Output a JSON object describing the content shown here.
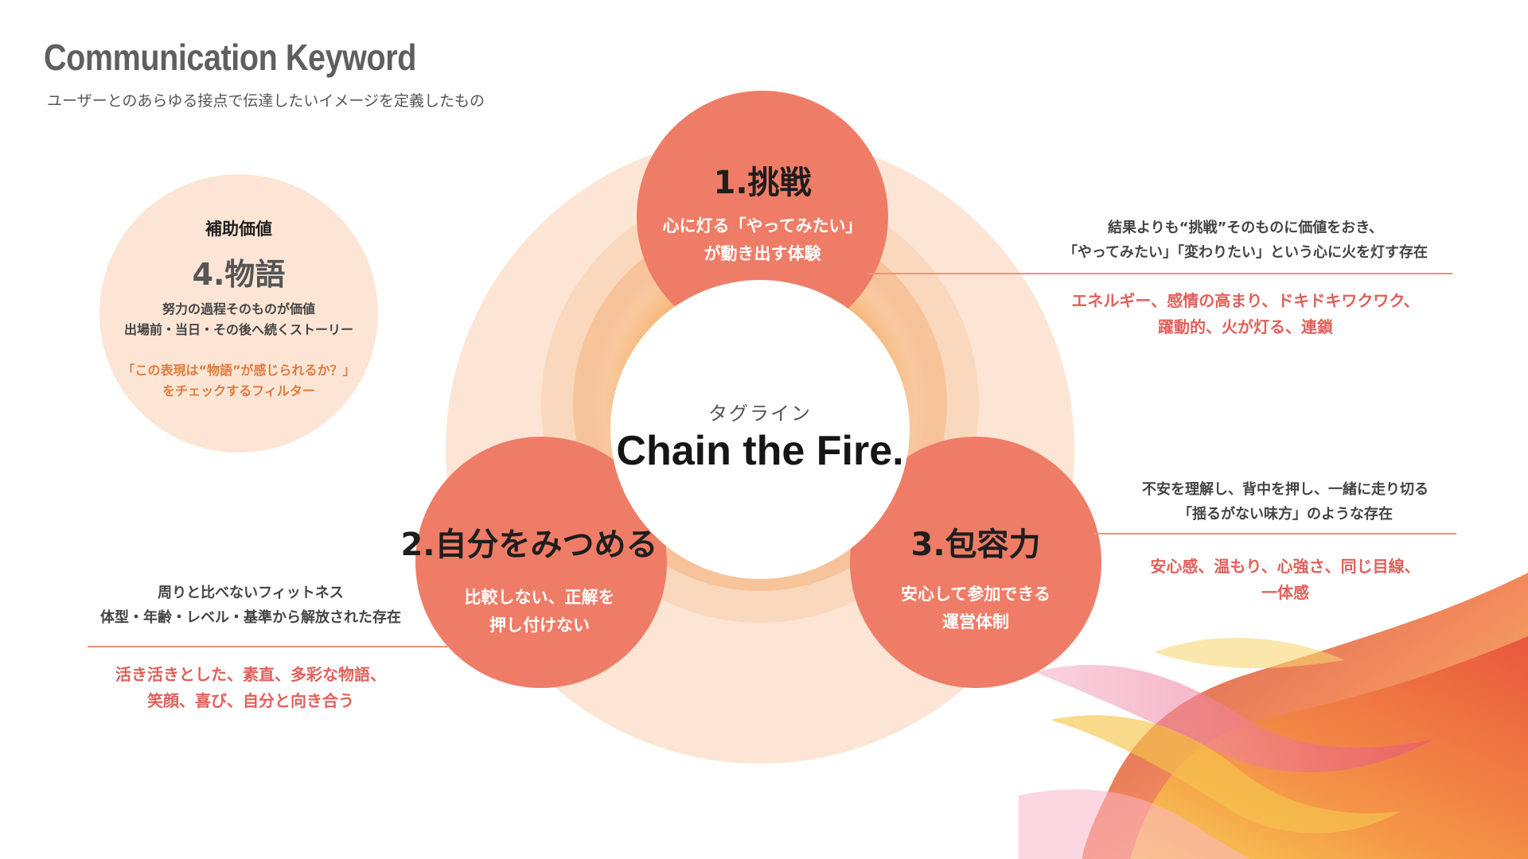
{
  "header": {
    "title": "Communication Keyword",
    "subtitle": "ユーザーとのあらゆる接点で伝達したいイメージを定義したもの"
  },
  "center": {
    "label": "タグライン",
    "tagline": "Chain the Fire."
  },
  "keywords": [
    {
      "title": "1.挑戦",
      "inner_lines": [
        "心に灯る「やってみたい」",
        "が動き出す体験"
      ],
      "description_lines": [
        "結果よりも“挑戦”そのものに価値をおき、",
        "「やってみたい」「変わりたい」という心に火を灯す存在"
      ],
      "keyword_lines": [
        "エネルギー、感情の高まり、ドキドキワクワク、",
        "躍動的、火が灯る、連鎖"
      ]
    },
    {
      "title": "2.自分をみつめる",
      "inner_lines": [
        "比較しない、正解を",
        "押し付けない"
      ],
      "description_lines": [
        "周りと比べないフィットネス",
        "体型・年齢・レベル・基準から解放された存在"
      ],
      "keyword_lines": [
        "活き活きとした、素直、多彩な物語、",
        "笑顔、喜び、自分と向き合う"
      ]
    },
    {
      "title": "3.包容力",
      "inner_lines": [
        "安心して参加できる",
        "運営体制"
      ],
      "description_lines": [
        "不安を理解し、背中を押し、一緒に走り切る",
        "「揺るがない味方」のような存在"
      ],
      "keyword_lines": [
        "安心感、温もり、心強さ、同じ目線、",
        "一体感"
      ]
    }
  ],
  "auxiliary": {
    "label": "補助価値",
    "title": "4.物語",
    "description_lines": [
      "努力の過程そのものが価値",
      "出場前・当日・その後へ続くストーリー"
    ],
    "note_lines": [
      "「この表現は“物語”が感じられるか？」",
      "をチェックするフィルター"
    ]
  },
  "colors": {
    "keyword_circle": "#ef7c66",
    "outer_ring": "#fce5d4",
    "inner_ring": "#f9cfa8",
    "center_glow": "#f6a85e",
    "aux_circle": "#fce5d4",
    "keyword_text": "#e0605a",
    "note_text": "#e07a3c"
  }
}
